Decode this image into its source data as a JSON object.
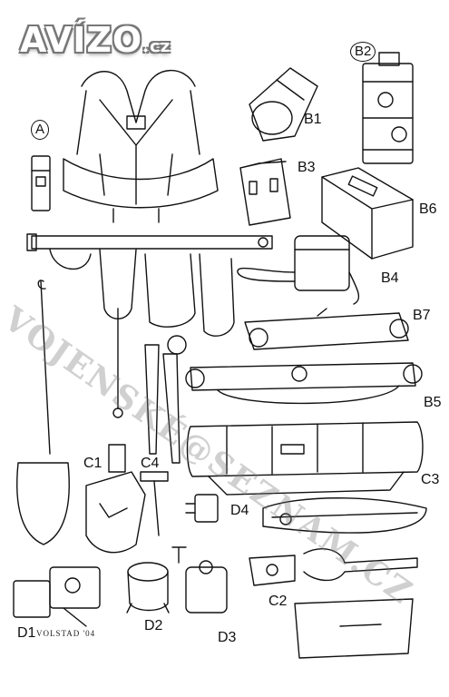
{
  "logo": {
    "brand": "AVÍZO",
    "tld": ".cz"
  },
  "watermark": "VOJENSKÉ@SEZNAM.CZ",
  "signature": "VOLSTAD '04",
  "labels": {
    "a": "A",
    "b1": "B1",
    "b2": "B2",
    "b3": "B3",
    "b4": "B4",
    "b5": "B5",
    "b6": "B6",
    "b7": "B7",
    "c1": "C1",
    "c2": "C2",
    "c3": "C3",
    "c4": "C4",
    "d1": "D1",
    "d2": "D2",
    "d3": "D3",
    "d4": "D4"
  },
  "colors": {
    "ink": "#111111",
    "background": "#ffffff",
    "watermark": "#8c8c8c"
  }
}
